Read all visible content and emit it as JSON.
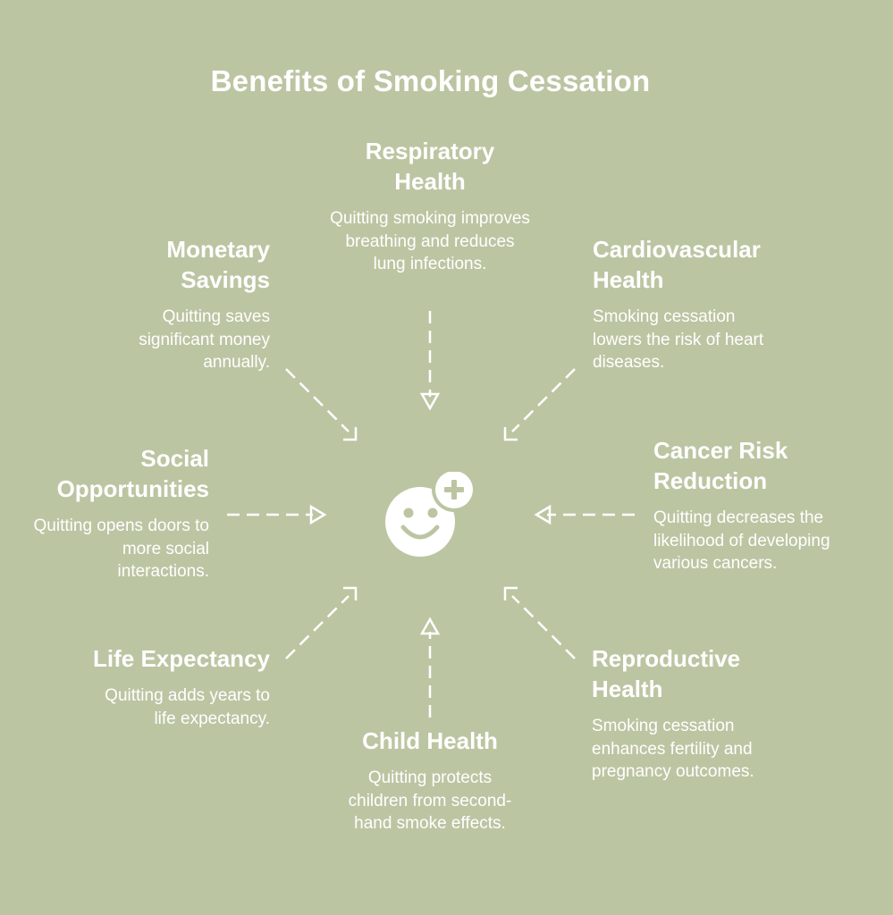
{
  "title": "Benefits of Smoking Cessation",
  "center_icon": "smiley-plus-icon",
  "colors": {
    "background": "#bcc5a2",
    "foreground": "#ffffff"
  },
  "benefits": {
    "respiratory": {
      "title": "Respiratory Health",
      "text": "Quitting smoking improves breathing and reduces lung infections."
    },
    "cardiovascular": {
      "title": "Cardiovascular Health",
      "text": "Smoking cessation lowers the risk of heart diseases."
    },
    "cancer": {
      "title": "Cancer Risk Reduction",
      "text": "Quitting decreases the likelihood of developing various cancers."
    },
    "reproductive": {
      "title": "Reproductive Health",
      "text": "Smoking cessation enhances fertility and pregnancy outcomes."
    },
    "child": {
      "title": "Child Health",
      "text": "Quitting protects children from second-hand smoke effects."
    },
    "life": {
      "title": "Life Expectancy",
      "text": "Quitting adds years to life expectancy."
    },
    "social": {
      "title": "Social Opportunities",
      "text": "Quitting opens doors to more social interactions."
    },
    "monetary": {
      "title": "Monetary Savings",
      "text": "Quitting saves significant money annually."
    }
  }
}
